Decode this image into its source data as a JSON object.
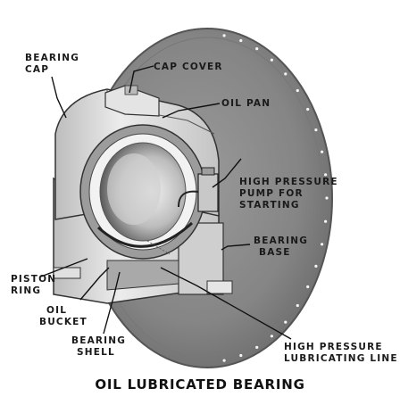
{
  "labels": {
    "bearing_cap": [
      "BEARING",
      "CAP"
    ],
    "cap_cover": "CAP COVER",
    "oil_pan": "OIL PAN",
    "high_pressure_pump": [
      "HIGH PRESSURE",
      "PUMP FOR",
      "STARTING"
    ],
    "bearing_base": [
      "BEARING",
      "BASE"
    ],
    "piston_ring": [
      "PISTON",
      "RING"
    ],
    "oil_bucket": [
      "OIL",
      "BUCKET"
    ],
    "bearing_shell": [
      "BEARING",
      "SHELL"
    ],
    "high_pressure_line": [
      "HIGH PRESSURE",
      "LUBRICATING LINE"
    ]
  },
  "caption": "OIL LUBRICATED BEARING",
  "colors": {
    "disc": "#8a8a8a",
    "disc_dark": "#6a6a6a",
    "housing": "#d9d9d9",
    "shadow": "#3a3a3a",
    "text": "#1a1a1a"
  }
}
